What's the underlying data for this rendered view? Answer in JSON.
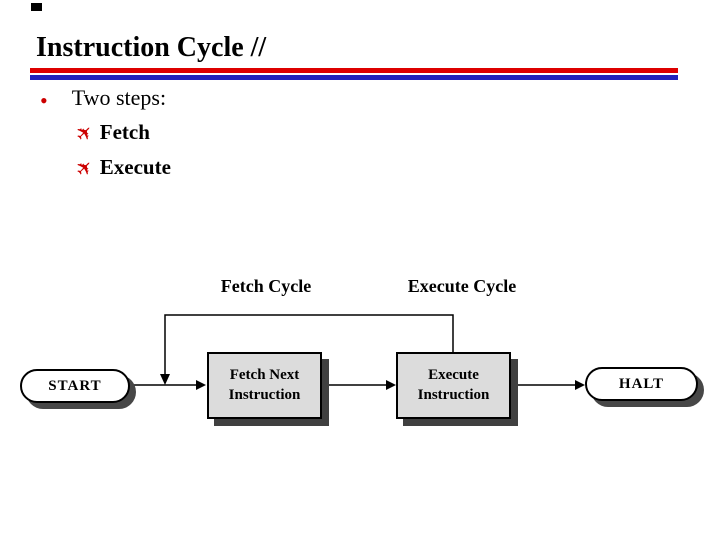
{
  "slide": {
    "title": "Instruction Cycle //",
    "colors": {
      "rule_red": "#dd0000",
      "rule_blue": "#2222bb",
      "bullet_red": "#cc0000",
      "box_fill": "#dcdcdc",
      "box_shadow": "#404040",
      "connector": "#000000"
    },
    "bullets": {
      "marker": "•",
      "main": "Two steps:",
      "items": [
        {
          "icon": "plane-icon",
          "glyph": "✈",
          "label": "Fetch"
        },
        {
          "icon": "plane-icon",
          "glyph": "✈",
          "label": "Execute"
        }
      ]
    }
  },
  "diagram": {
    "labels": {
      "fetch_cycle": "Fetch Cycle",
      "execute_cycle": "Execute Cycle"
    },
    "nodes": {
      "start": "START",
      "fetch": "Fetch Next\nInstruction",
      "execute": "Execute\nInstruction",
      "halt": "HALT"
    }
  }
}
